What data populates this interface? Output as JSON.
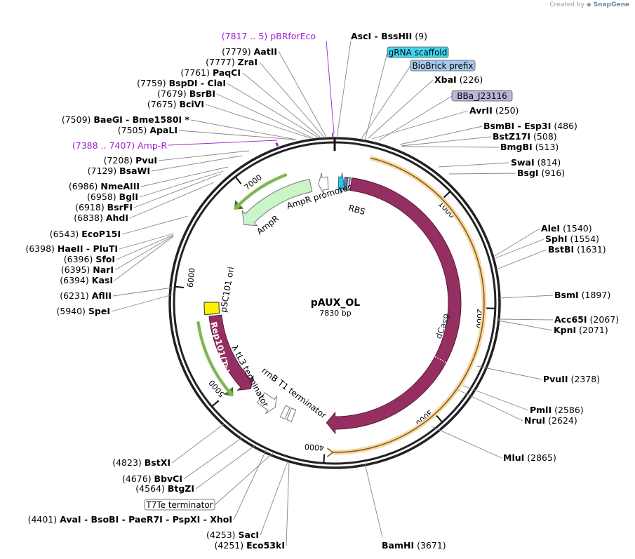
{
  "credit": {
    "prefix": "Created by",
    "brand": "SnapGene"
  },
  "plasmid": {
    "name": "pAUX_OL",
    "length_label": "7830 bp",
    "length": 7830
  },
  "ticks": [
    {
      "label": "1000",
      "pos": 1000
    },
    {
      "label": "2000",
      "pos": 2000
    },
    {
      "label": "3000",
      "pos": 3000
    },
    {
      "label": "4000",
      "pos": 4000
    },
    {
      "label": "5000",
      "pos": 5000
    },
    {
      "label": "6000",
      "pos": 6000
    },
    {
      "label": "7000",
      "pos": 7000
    }
  ],
  "features": [
    {
      "name": "dCas9",
      "label": "dCas9"
    },
    {
      "name": "AmpR",
      "label": "AmpR"
    },
    {
      "name": "AmpR promoter",
      "label": "AmpR promoter"
    },
    {
      "name": "Rep101(Ts)",
      "label": "Rep101(Ts)"
    },
    {
      "name": "pSC101 ori",
      "label": "pSC101 ori"
    },
    {
      "name": "lambda tL3 terminator",
      "label": "λ tL3 terminator"
    },
    {
      "name": "rrnB T1 terminator",
      "label": "rrnB T1 terminator"
    },
    {
      "name": "RBS",
      "label": "RBS"
    }
  ],
  "boxed_features": [
    {
      "label": "gRNA scaffold",
      "color": "#3fd6f0"
    },
    {
      "label": "BioBrick prefix",
      "color": "#a7c8ee"
    },
    {
      "label": "BBa_J23116",
      "color": "#b9b6d8"
    },
    {
      "label": "T7Te terminator",
      "color": "#ffffff"
    }
  ],
  "site_labels": [
    {
      "pos": "(7817 .. 5)",
      "name": "pBRforEco",
      "style": "primer"
    },
    {
      "pos": "",
      "name": "AscI",
      "extra": "BssHII",
      "num": "(9)"
    },
    {
      "pos": "(7779)",
      "name": "AatII"
    },
    {
      "pos": "(7777)",
      "name": "ZraI"
    },
    {
      "pos": "(7761)",
      "name": "PaqCI"
    },
    {
      "pos": "(7759)",
      "name": "BspDI",
      "extra": "ClaI"
    },
    {
      "pos": "(7679)",
      "name": "BsrBI"
    },
    {
      "pos": "(7675)",
      "name": "BciVI"
    },
    {
      "pos": "(7509)",
      "name": "BaeGI",
      "extra": "Bme1580I *"
    },
    {
      "pos": "(7505)",
      "name": "ApaLI"
    },
    {
      "pos": "(7388 .. 7407)",
      "name": "Amp-R",
      "style": "primer"
    },
    {
      "pos": "(7208)",
      "name": "PvuI"
    },
    {
      "pos": "(7129)",
      "name": "BsaWI"
    },
    {
      "pos": "(6986)",
      "name": "NmeAIII"
    },
    {
      "pos": "(6958)",
      "name": "BglI"
    },
    {
      "pos": "(6918)",
      "name": "BsrFI"
    },
    {
      "pos": "(6838)",
      "name": "AhdI"
    },
    {
      "pos": "(6543)",
      "name": "EcoP15I"
    },
    {
      "pos": "(6398)",
      "name": "HaeII",
      "extra": "PluTI"
    },
    {
      "pos": "(6396)",
      "name": "SfoI"
    },
    {
      "pos": "(6395)",
      "name": "NarI"
    },
    {
      "pos": "(6394)",
      "name": "KasI"
    },
    {
      "pos": "(6231)",
      "name": "AflII"
    },
    {
      "pos": "(5940)",
      "name": "SpeI"
    },
    {
      "pos": "(4823)",
      "name": "BstXI"
    },
    {
      "pos": "(4676)",
      "name": "BbvCI"
    },
    {
      "pos": "(4564)",
      "name": "BtgZI"
    },
    {
      "pos": "(4401)",
      "name": "AvaI",
      "extra": "BsoBI - PaeR7I - PspXI - XhoI"
    },
    {
      "pos": "(4253)",
      "name": "SacI"
    },
    {
      "pos": "(4251)",
      "name": "Eco53kI"
    },
    {
      "pos": "",
      "name": "XbaI",
      "num": "(226)"
    },
    {
      "pos": "",
      "name": "AvrII",
      "num": "(250)"
    },
    {
      "pos": "",
      "name": "BsmBI",
      "extra": "Esp3I",
      "num": "(486)"
    },
    {
      "pos": "",
      "name": "BstZ17I",
      "num": "(508)"
    },
    {
      "pos": "",
      "name": "BmgBI",
      "num": "(513)"
    },
    {
      "pos": "",
      "name": "SwaI",
      "num": "(814)"
    },
    {
      "pos": "",
      "name": "BsgI",
      "num": "(916)"
    },
    {
      "pos": "",
      "name": "AleI",
      "num": "(1540)"
    },
    {
      "pos": "",
      "name": "SphI",
      "num": "(1554)"
    },
    {
      "pos": "",
      "name": "BstBI",
      "num": "(1631)"
    },
    {
      "pos": "",
      "name": "BsmI",
      "num": "(1897)"
    },
    {
      "pos": "",
      "name": "Acc65I",
      "num": "(2067)"
    },
    {
      "pos": "",
      "name": "KpnI",
      "num": "(2071)"
    },
    {
      "pos": "",
      "name": "PvuII",
      "num": "(2378)"
    },
    {
      "pos": "",
      "name": "PmlI",
      "num": "(2586)"
    },
    {
      "pos": "",
      "name": "NruI",
      "num": "(2624)"
    },
    {
      "pos": "",
      "name": "MluI",
      "num": "(2865)"
    },
    {
      "pos": "",
      "name": "BamHI",
      "num": "(3671)"
    }
  ],
  "colors": {
    "cds": "#952f62",
    "amp": "#c9f5c9",
    "amp_edge": "#6ab04c",
    "orange": "#f0b24c",
    "ori": "#fff200",
    "primer": "#a020d0",
    "ring": "#222222"
  }
}
